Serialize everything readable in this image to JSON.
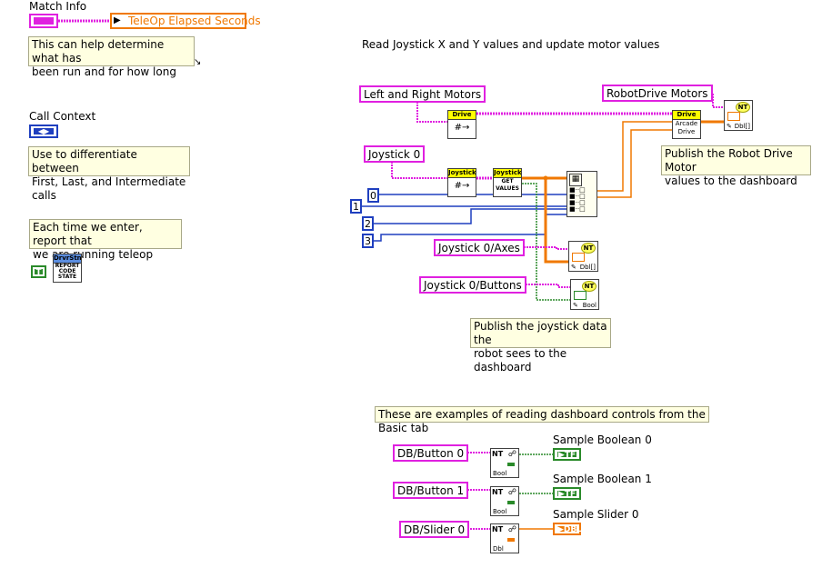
{
  "match_info": {
    "label": "Match Info",
    "indicator": "TeleOp Elapsed Seconds",
    "note": [
      "This can help determine what has",
      "been run and for how long"
    ]
  },
  "call_context": {
    "label": "Call Context",
    "note": [
      "Use to differentiate between",
      "First, Last, and Intermediate calls"
    ]
  },
  "report": {
    "note": [
      "Each time we enter, report that",
      "we are running teleop"
    ],
    "bool_const": "T",
    "vi_header": "DrvrStn",
    "vi_body": [
      "REPORT",
      "CODE",
      "STATE"
    ]
  },
  "main_note": "Read Joystick X and Y values and update motor values",
  "constants": {
    "left_right_motors": "Left and Right Motors",
    "robotdrive_motors": "RobotDrive Motors",
    "joystick0": "Joystick 0",
    "joystick0_axes": "Joystick 0/Axes",
    "joystick0_buttons": "Joystick 0/Buttons",
    "num0": "0",
    "num1": "1",
    "num2": "2",
    "num3": "3"
  },
  "vis": {
    "drive_ref_header": "Drive",
    "joystick_ref_header": "Joystick",
    "get_values_header": "Joystick",
    "get_values_body": [
      "GET",
      "VALUES"
    ],
    "arcade_header": "Drive",
    "arcade_body": [
      "Arcade",
      "Drive"
    ],
    "nt_label": "NT",
    "dbl_array": "Dbl[]",
    "bool": "Bool",
    "dbl": "Dbl"
  },
  "publish_motor_note": [
    "Publish the Robot Drive Motor",
    "values to the dashboard"
  ],
  "publish_joystick_note": [
    "Publish the joystick data the",
    "robot sees to the dashboard"
  ],
  "examples_note": "These are examples of reading dashboard controls from the Basic tab",
  "dashboard": {
    "btn0": "DB/Button 0",
    "btn1": "DB/Button 1",
    "slider0": "DB/Slider 0",
    "sample_bool0": "Sample Boolean 0",
    "sample_bool1": "Sample Boolean 1",
    "sample_slider0": "Sample Slider 0",
    "tf": "TF",
    "dbl": "DBL"
  },
  "colors": {
    "string_wire": "#e020e0",
    "num_wire": "#1f3fbf",
    "dbl_wire": "#f07800",
    "bool_wire": "#2a8a2a",
    "note_bg": "#ffffe1",
    "vi_header": "#ffff00"
  }
}
